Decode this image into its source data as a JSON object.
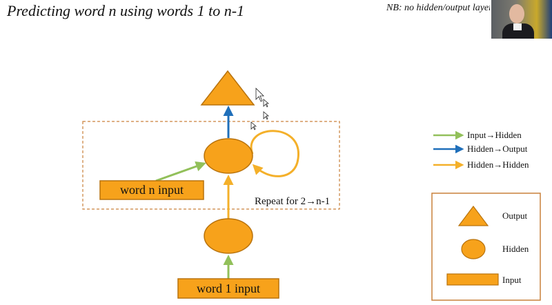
{
  "title": "Predicting word n using words 1 to n-1",
  "note": "NB: no hidden/output layers",
  "nodes": {
    "word_n_input": "word n input",
    "word_1_input": "word 1 input"
  },
  "repeat_label": "Repeat for 2→n-1",
  "legend_edges": [
    {
      "label": "Input→Hidden",
      "color": "#92c05a"
    },
    {
      "label": "Hidden→Output",
      "color": "#1f6fba"
    },
    {
      "label": "Hidden→Hidden",
      "color": "#f4b02a"
    }
  ],
  "legend_shapes": {
    "output": "Output",
    "hidden": "Hidden",
    "input": "Input"
  },
  "colors": {
    "node_fill": "#f7a21b",
    "node_stroke": "#b8720c",
    "frame_dash": "#c9803a",
    "legend_frame": "#c9803a"
  }
}
